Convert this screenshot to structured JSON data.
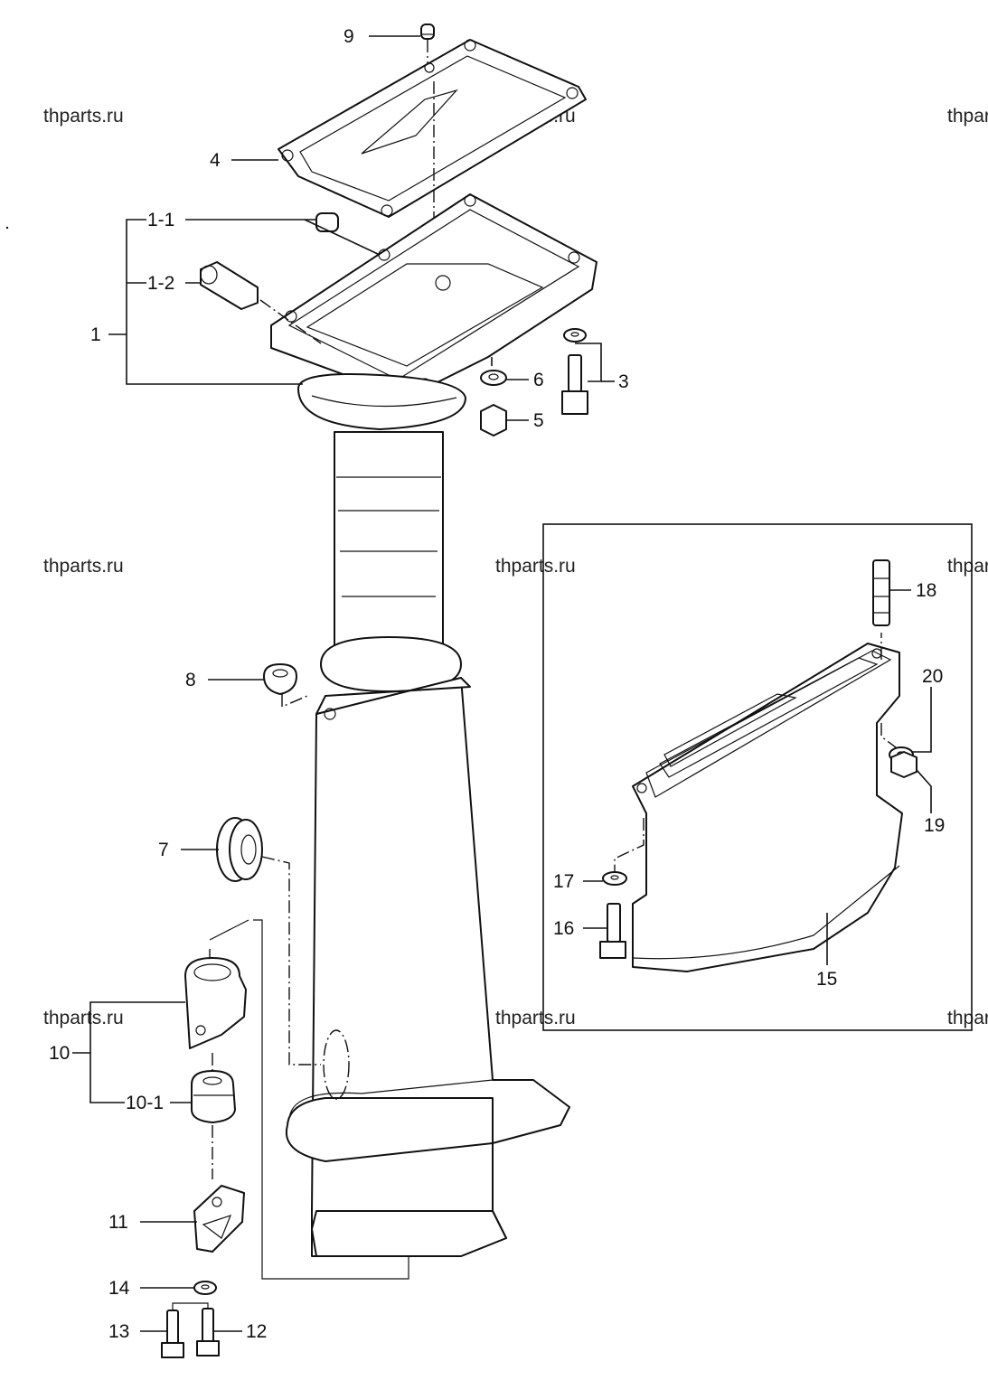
{
  "watermark": "thparts.ru",
  "callouts": {
    "c1": "1",
    "c1_1": "1-1",
    "c1_2": "1-2",
    "c3": "3",
    "c4": "4",
    "c5": "5",
    "c6": "6",
    "c7": "7",
    "c8": "8",
    "c9": "9",
    "c10": "10",
    "c10_1": "10-1",
    "c11": "11",
    "c12": "12",
    "c13": "13",
    "c14": "14",
    "c15": "15",
    "c16": "16",
    "c17": "17",
    "c18": "18",
    "c19": "19",
    "c20": "20"
  },
  "colors": {
    "ink": "#111111",
    "paper": "#ffffff"
  }
}
